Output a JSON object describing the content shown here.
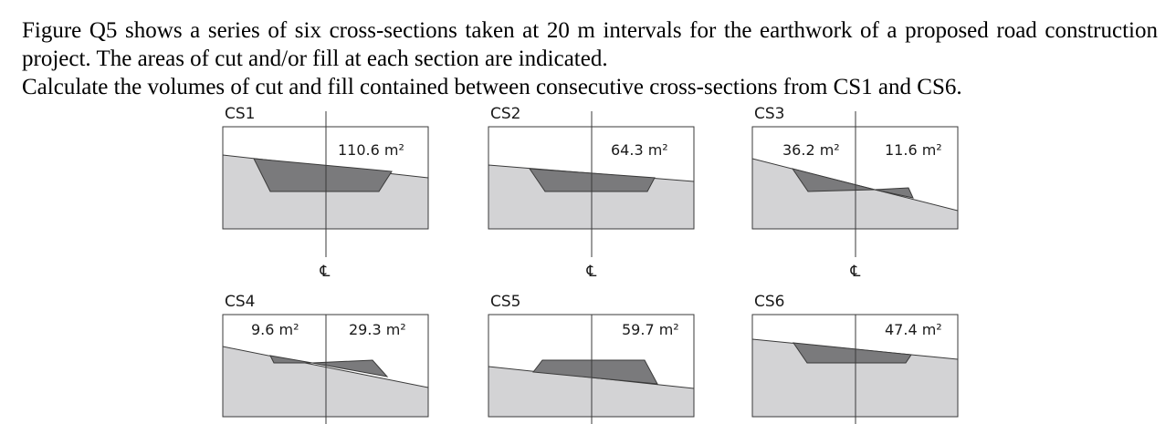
{
  "question": {
    "paragraph_1": "Figure Q5 shows a series of six cross-sections taken at 20 m intervals for the earthwork of a proposed road construction project. The areas of cut and/or fill at each section are indicated.",
    "paragraph_2": "Calculate the volumes of cut and fill contained between consecutive cross-sections from CS1 and CS6."
  },
  "figure": {
    "centreline_symbol": "℄",
    "colors": {
      "ground": "#d3d3d5",
      "earthwork": "#7a7a7c",
      "outline": "#3a3a3a"
    },
    "sections": [
      {
        "label": "CS1",
        "areas": [
          "110.6 m²"
        ]
      },
      {
        "label": "CS2",
        "areas": [
          "64.3 m²"
        ]
      },
      {
        "label": "CS3",
        "areas": [
          "36.2 m²",
          "11.6 m²"
        ]
      },
      {
        "label": "CS4",
        "areas": [
          "9.6 m²",
          "29.3 m²"
        ]
      },
      {
        "label": "CS5",
        "areas": [
          "59.7 m²"
        ]
      },
      {
        "label": "CS6",
        "areas": [
          "47.4 m²"
        ]
      }
    ]
  }
}
